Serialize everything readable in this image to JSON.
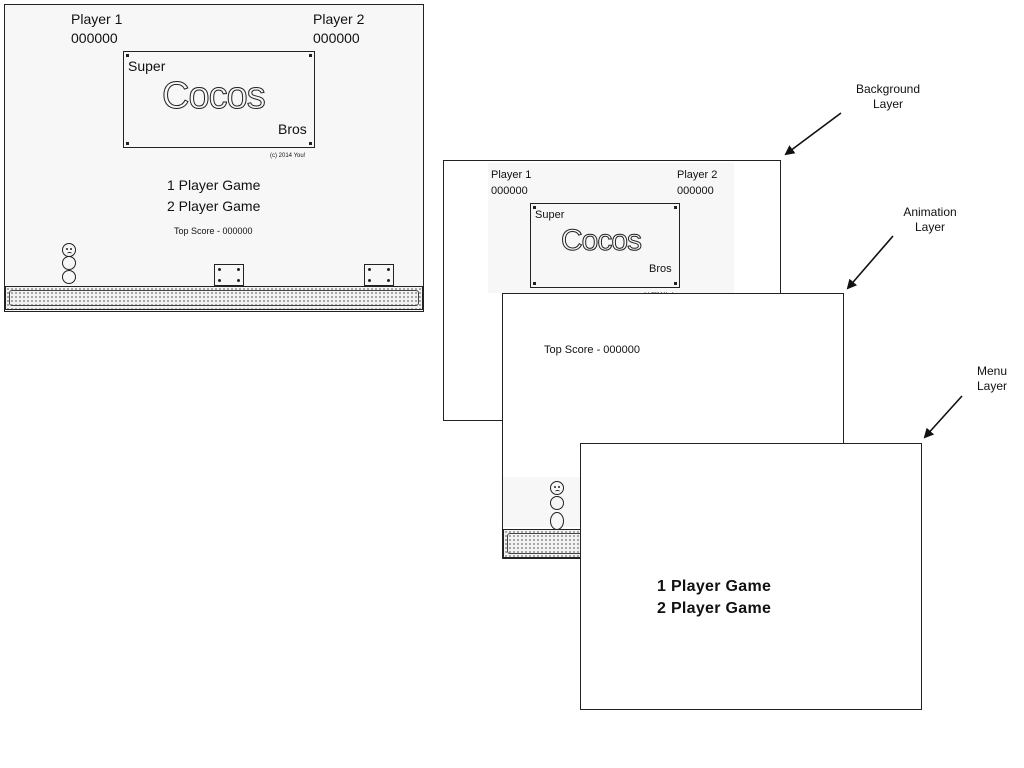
{
  "title_screen": {
    "player1_label": "Player 1",
    "player1_score": "000000",
    "player2_label": "Player 2",
    "player2_score": "000000",
    "logo_super": "Super",
    "logo_cocos": "Cocos",
    "logo_bros": "Bros",
    "copyright": "(c) 2014 You!",
    "menu_1p": "1 Player Game",
    "menu_2p": "2 Player Game",
    "top_score": "Top Score - 000000"
  },
  "layers": {
    "background_caption": "Background\nLayer",
    "animation_caption": "Animation\nLayer",
    "menu_caption": "Menu\nLayer"
  },
  "colors": {
    "ink": "#222222",
    "screen": "#f7f7f7",
    "page": "#ffffff"
  }
}
